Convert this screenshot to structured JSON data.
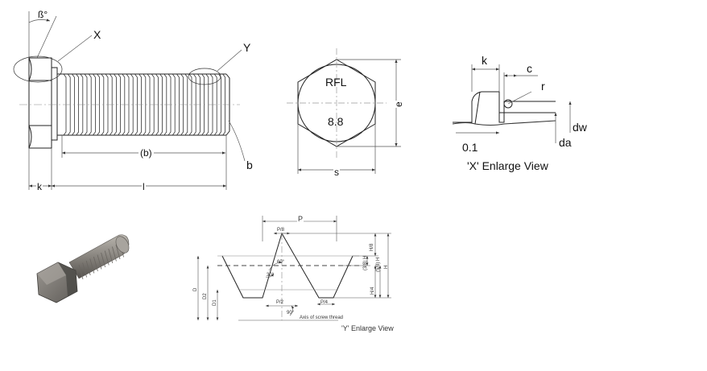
{
  "main_bolt": {
    "angle_label": "ß°",
    "detail_x_label": "X",
    "detail_y_label": "Y",
    "thread_length_label": "(b)",
    "b_label": "b",
    "head_height_label": "k",
    "length_label": "l"
  },
  "head_view": {
    "marking_top": "RFL",
    "marking_bottom": "8.8",
    "across_flats_label": "s",
    "across_corners_label": "e"
  },
  "enlarge_x": {
    "k_label": "k",
    "c_label": "c",
    "r_label": "r",
    "dw_label": "dw",
    "da_label": "da",
    "value_label": "0.1",
    "caption": "'X' Enlarge View"
  },
  "enlarge_y": {
    "pitch_label": "P",
    "p8_label": "P/8",
    "angle60_label": "60°",
    "angle30_label": "30°",
    "p2_label": "P/2",
    "p4_label": "P/4",
    "angle90_label": "90°",
    "axis_label": "Axis of screw thread",
    "h8_label": "H/8",
    "h38_label": "(3/8) H",
    "h58_label": "(5/8) H",
    "h4_label": "H/4",
    "h_label": "H",
    "d_label": "D",
    "d2_label": "D2",
    "d1_label": "D1",
    "caption": "'Y' Enlarge View"
  },
  "colors": {
    "line": "#222222",
    "dim": "#555555",
    "render_body": "#8a8680",
    "render_dark": "#4a4845"
  }
}
